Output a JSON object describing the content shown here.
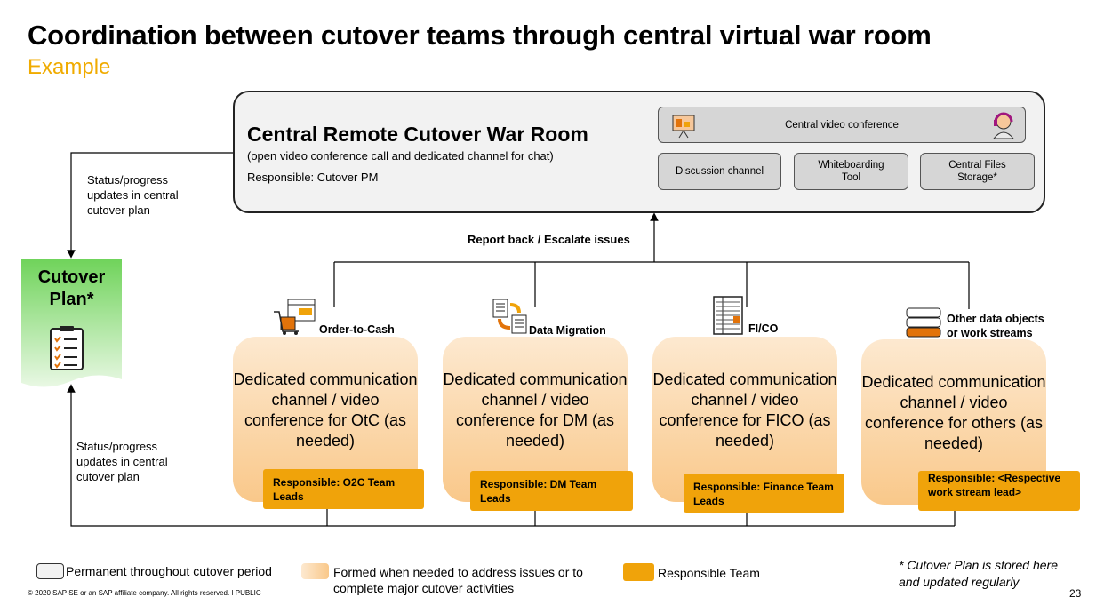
{
  "header": {
    "title": "Coordination between cutover teams through central virtual war room",
    "subtitle": "Example"
  },
  "war_room": {
    "title": "Central Remote Cutover War Room",
    "subtitle": "(open video conference call and dedicated channel for chat)",
    "responsible": "Responsible: Cutover PM",
    "video_conference": "Central video conference",
    "discussion_channel": "Discussion channel",
    "whiteboarding": "Whiteboarding Tool",
    "files_storage": "Central Files Storage*"
  },
  "flow": {
    "status_top": "Status/progress updates in central cutover plan",
    "status_bottom": "Status/progress updates in central cutover plan",
    "report_back": "Report back / Escalate issues"
  },
  "cutover_plan": {
    "label": "Cutover Plan*"
  },
  "teams": [
    {
      "label": "Order-to-Cash",
      "text": "Dedicated communication channel / video conference for OtC (as needed)",
      "responsible": "Responsible: O2C Team Leads",
      "icon": "order-cash-icon"
    },
    {
      "label": "Data Migration",
      "text": "Dedicated communication channel / video conference for DM (as needed)",
      "responsible": "Responsible: DM Team Leads",
      "icon": "data-migration-icon"
    },
    {
      "label": "FI/CO",
      "text": "Dedicated communication channel / video conference for FICO (as needed)",
      "responsible": "Responsible: Finance Team Leads",
      "icon": "ledger-icon"
    },
    {
      "label": "Other data objects or work streams",
      "text": "Dedicated communication channel / video conference for others (as needed)",
      "responsible": "Responsible: <Respective work stream lead>",
      "icon": "database-icon"
    }
  ],
  "legend": {
    "permanent": "Permanent throughout cutover period",
    "formed": "Formed when needed to address issues or to complete major cutover activities",
    "responsible": "Responsible Team"
  },
  "footnote": "* Cutover Plan is stored here and updated regularly",
  "footer": {
    "copyright": "© 2020 SAP SE or an SAP affiliate company. All rights reserved.  ǀ  PUBLIC",
    "page": "23"
  },
  "colors": {
    "accent": "#f0ab00",
    "responsible": "#f0a30a",
    "plan_green": "#8fdb7e",
    "war_room_fill": "#f2f2f2"
  }
}
